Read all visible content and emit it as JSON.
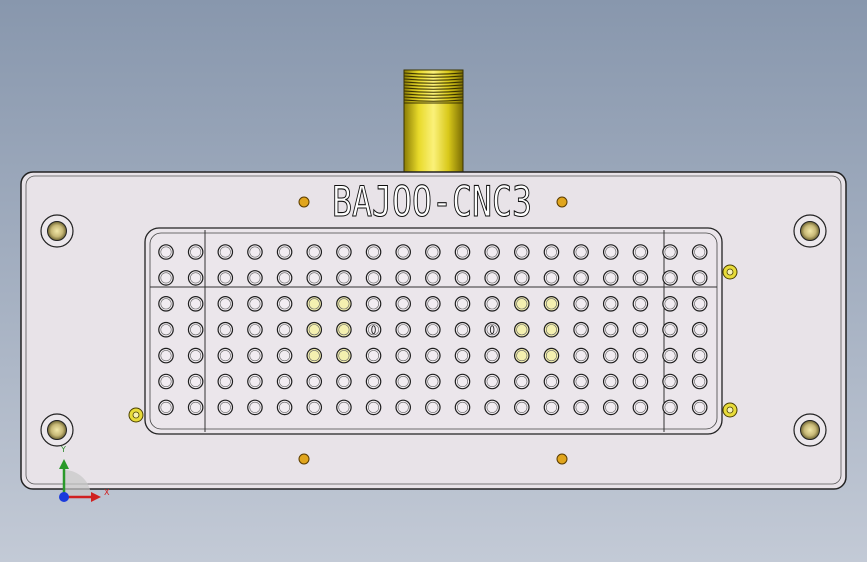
{
  "app": {
    "view": "cad-3d-viewport"
  },
  "model": {
    "engraving": "BAJOO-CNC3",
    "colors": {
      "plate": "#e8e3e8",
      "plate_edge": "#2a2a2a",
      "fitting": "#e1d21d",
      "fitting_dark": "#9c8d08",
      "dowel": "#e0a51d",
      "hole_fill": "#f1ecf1",
      "highlight_hole": "#f4f0b0"
    },
    "hole_grid": {
      "rows": 7,
      "columns": 19,
      "highlighted": [
        [
          2,
          5
        ],
        [
          2,
          6
        ],
        [
          2,
          12
        ],
        [
          2,
          13
        ],
        [
          3,
          5
        ],
        [
          3,
          6
        ],
        [
          3,
          12
        ],
        [
          3,
          13
        ],
        [
          4,
          5
        ],
        [
          4,
          6
        ],
        [
          4,
          12
        ],
        [
          4,
          13
        ]
      ],
      "marked": [
        [
          3,
          7
        ],
        [
          3,
          11
        ]
      ]
    }
  },
  "triad": {
    "x_label": "X",
    "y_label": "Y",
    "x_color": "#d02020",
    "y_color": "#2a9a2a",
    "z_color": "#1a3adc"
  }
}
